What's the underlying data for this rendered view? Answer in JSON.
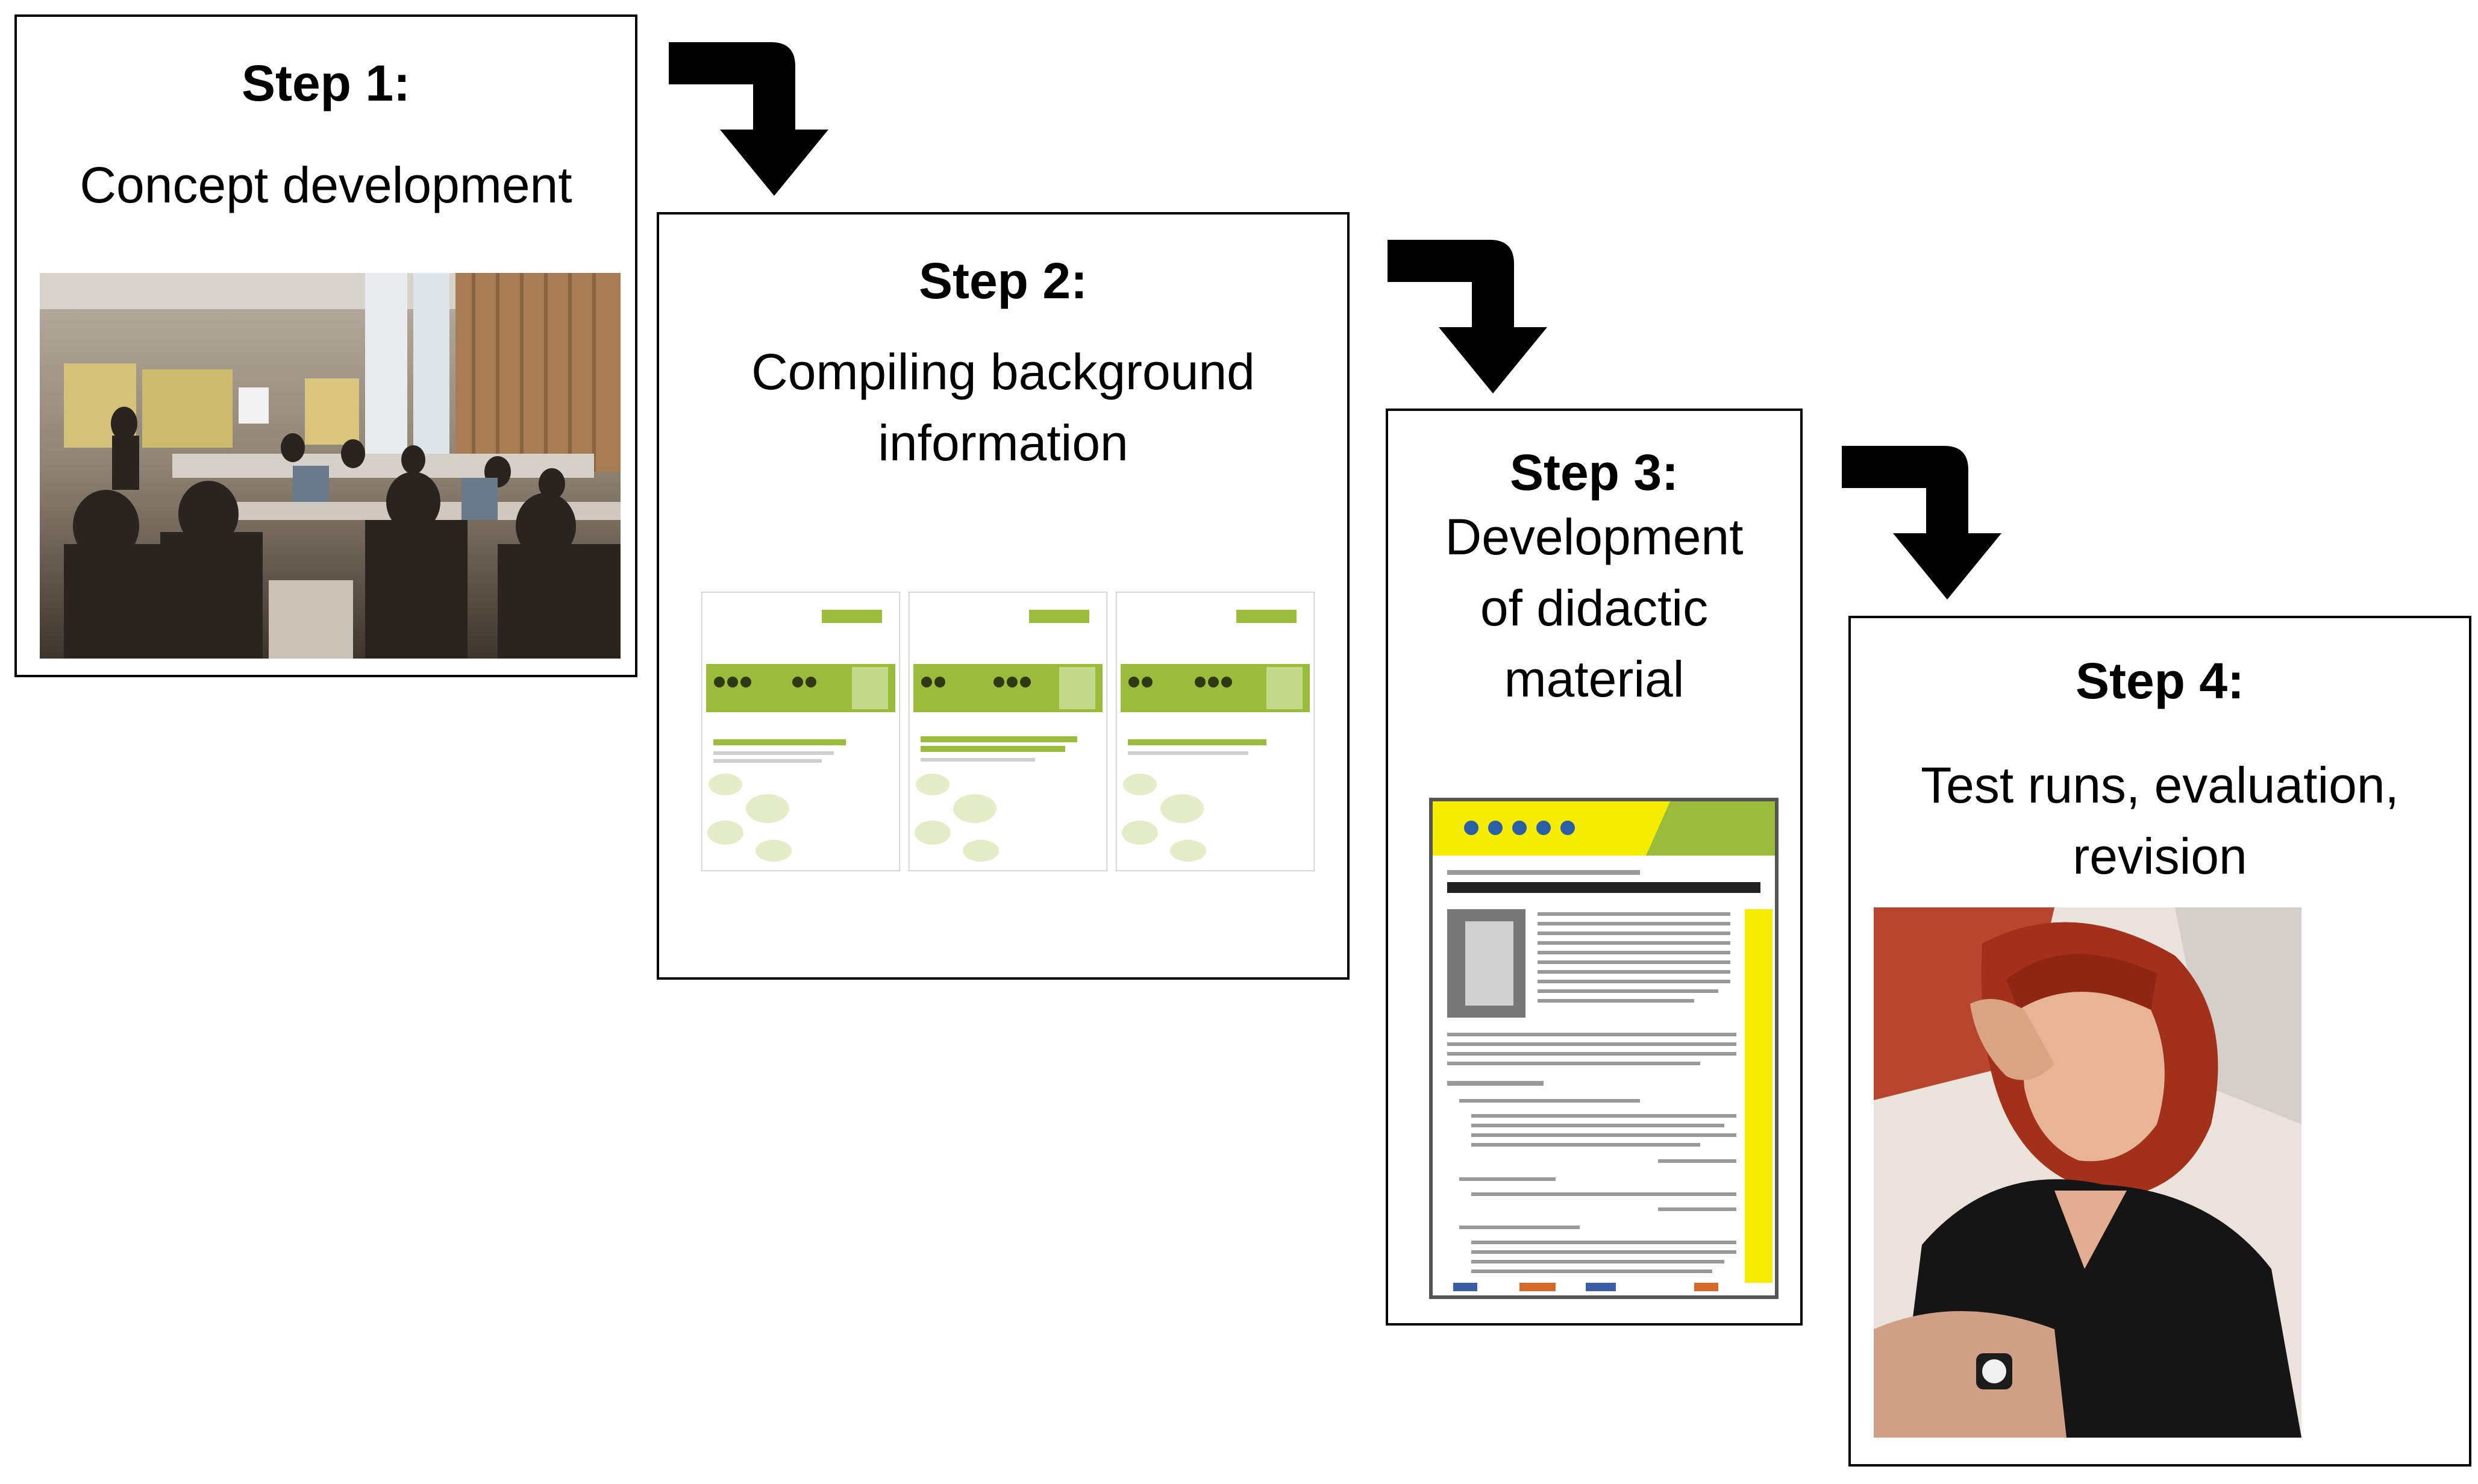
{
  "steps": [
    {
      "title": "Step 1:",
      "desc_lines": [
        "Concept development"
      ]
    },
    {
      "title": "Step 2:",
      "desc_lines": [
        "Compiling background",
        "information"
      ]
    },
    {
      "title": "Step 3:",
      "desc_lines": [
        "Development",
        "of didactic",
        "material"
      ]
    },
    {
      "title": "Step 4:",
      "desc_lines": [
        "Test runs, evaluation,",
        "revision"
      ]
    }
  ],
  "colors": {
    "accent_green": "#9bbb3b",
    "accent_yellow": "#f5ec00",
    "line": "#000000"
  },
  "icons": [
    "arrow-down-right-icon"
  ]
}
